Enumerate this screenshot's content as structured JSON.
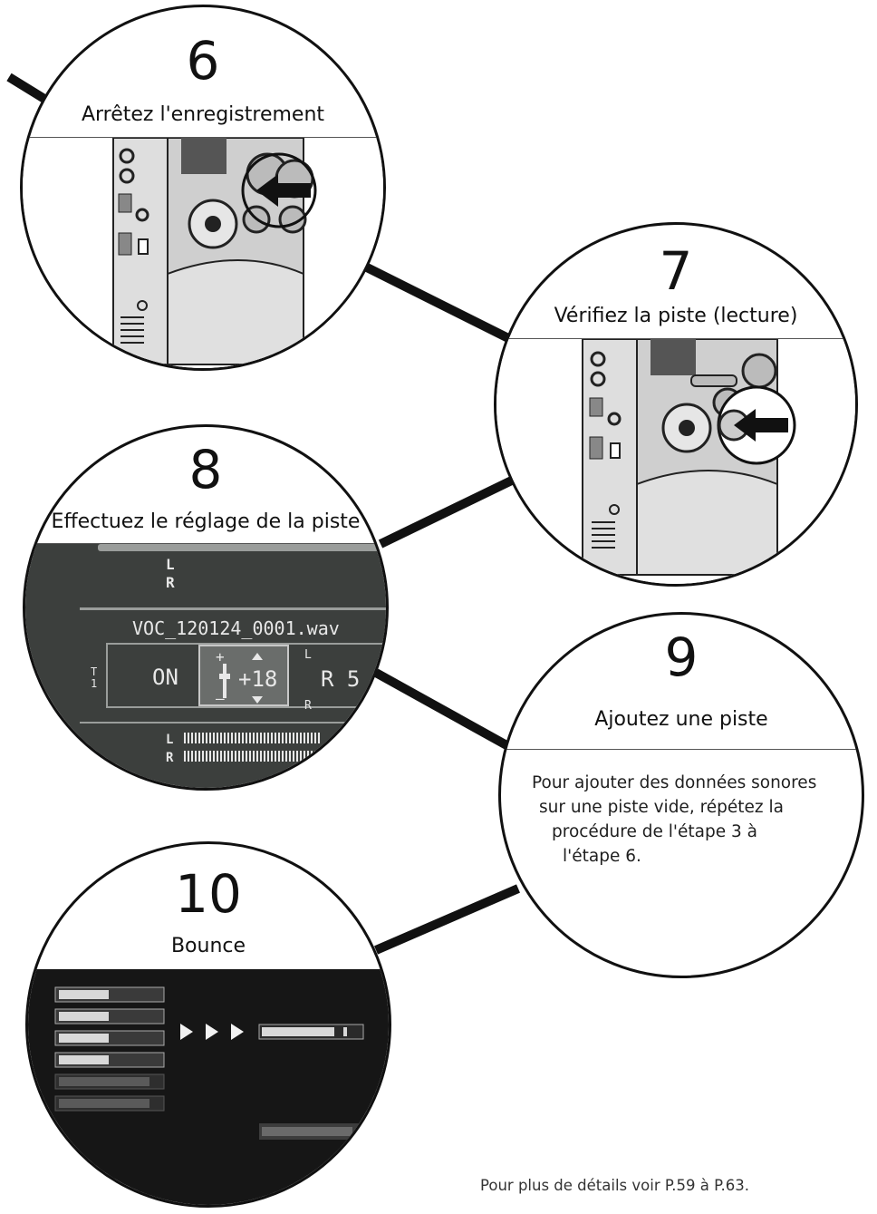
{
  "steps": [
    {
      "number": "6",
      "title": "Arrêtez l'enregistrement"
    },
    {
      "number": "7",
      "title": "Vérifiez la piste (lecture)"
    },
    {
      "number": "8",
      "title": "Effectuez le réglage de la piste"
    },
    {
      "number": "9",
      "title": "Ajoutez une piste",
      "body": [
        "Pour ajouter des données sonores",
        "sur une piste vide, répétez la",
        "procédure de l'étape 3 à",
        "l'étape 6."
      ]
    },
    {
      "number": "10",
      "title": "Bounce"
    }
  ],
  "screen8": {
    "channel_l": "L",
    "channel_r": "R",
    "filename": "VOC_120124_0001.wav",
    "track_label_t": "T",
    "track_label_1": "1",
    "state": "ON",
    "plus_sign": "+",
    "minus_sign": "–",
    "level": "+18",
    "pan_l": "L",
    "pan_r": "R",
    "pan_value": "R 5"
  },
  "footnote": "Pour plus de détails voir P.59 à P.63.",
  "colors": {
    "ink": "#111111",
    "lcd_bg": "#3c3f3d",
    "lcd_fg": "#e8e8e8",
    "screen_bg": "#161616"
  },
  "icons": [
    "arrow-right-icon",
    "play-triangle-icon"
  ]
}
